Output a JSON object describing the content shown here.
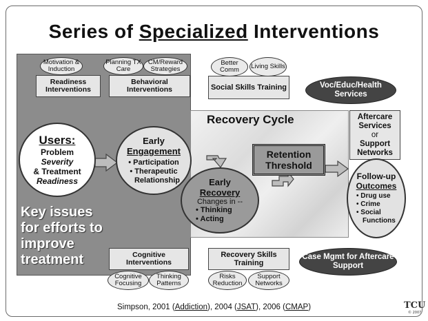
{
  "title": {
    "prefix": "Series of ",
    "underlined": "Specialized",
    "suffix": " Interventions"
  },
  "small_ovals": {
    "motivation": "Motivation & Induction",
    "planning": "Planning TX Care",
    "cm_reward": "CM/Reward Strategies",
    "better_comm": "Better Comm",
    "living_skills": "Living Skills",
    "cognitive_focusing": "Cognitive Focusing",
    "thinking_patterns": "Thinking Patterns",
    "risks_reduction": "Risks Reduction",
    "support_networks": "Support Networks"
  },
  "boxes": {
    "readiness": "Readiness Interventions",
    "behavioral": "Behavioral Interventions",
    "social_skills": "Social Skills Training",
    "cognitive": "Cognitive Interventions",
    "recovery_skills": "Recovery Skills Training",
    "aftercare": "Aftercare Services",
    "aftercare_or": "or",
    "aftercare_support": "Support Networks",
    "retention": "Retention Threshold"
  },
  "dark_ovals": {
    "voc": "Voc/Educ/Health Services",
    "case_mgmt": "Case Mgmt for Aftercare Support"
  },
  "users": {
    "heading": "Users:",
    "line1": "Problem",
    "line2": "Severity",
    "line3": "& Treatment",
    "line4": "Readiness"
  },
  "engagement": {
    "line1": "Early",
    "line2": "Engagement",
    "items": [
      "• Participation",
      "• Therapeutic",
      "Relationship"
    ]
  },
  "recovery_cycle": "Recovery Cycle",
  "early_recovery": {
    "line1": "Early",
    "line2": "Recovery",
    "sub": "Changes in --",
    "items": [
      "• Thinking",
      "• Acting"
    ]
  },
  "followup": {
    "line1": "Follow-up",
    "line2": "Outcomes",
    "items": [
      "• Drug use",
      "• Crime",
      "• Social",
      "Functions"
    ]
  },
  "key_issues": [
    "Key issues",
    "for efforts to",
    "improve",
    "treatment"
  ],
  "footer": {
    "prefix": "Simpson, 2001 (",
    "j1": "Addiction",
    "mid1": "), 2004 (",
    "j2": "JSAT",
    "mid2": "), 2006 (",
    "j3": "CMAP",
    "end": ")"
  },
  "logo": {
    "mark": "TCU",
    "year": "© 2007"
  }
}
